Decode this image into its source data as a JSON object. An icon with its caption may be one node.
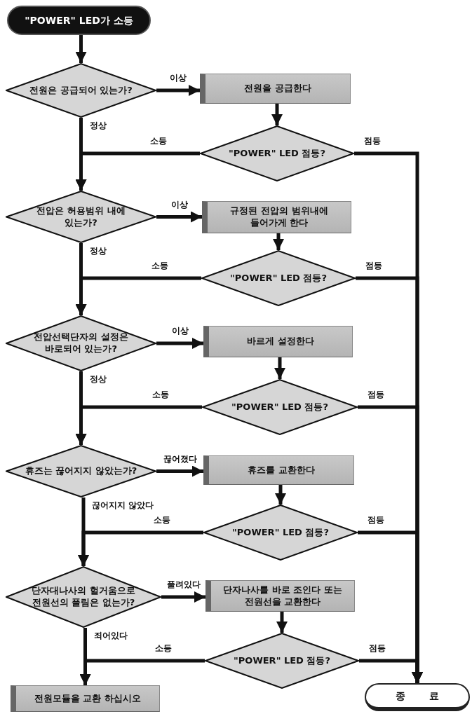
{
  "diagram": {
    "nodes": [
      {
        "text": [
          "\"POWER\" LED가 소등"
        ]
      },
      {
        "text": [
          "전원은 공급되어 있는가?"
        ]
      },
      {
        "text": [
          "전원을 공급한다"
        ]
      },
      {
        "text": [
          "\"POWER\" LED 점등?"
        ]
      },
      {
        "text": [
          "전압은 허용범위 내에 있는가?"
        ]
      },
      {
        "text": [
          "규정된 전압의 범위내에 들어가게 한다"
        ]
      },
      {
        "text": [
          "\"POWER\" LED 점등?"
        ]
      },
      {
        "text": [
          "전압선택단자의 설정은 바로되어 있는가?"
        ]
      },
      {
        "text": [
          "바르게 설정한다"
        ]
      },
      {
        "text": [
          "\"POWER\" LED 점등?"
        ]
      },
      {
        "text": [
          "휴즈는 끊어지지 않았는가?"
        ]
      },
      {
        "text": [
          "휴즈를 교환한다"
        ]
      },
      {
        "text": [
          "\"POWER\" LED 점등?"
        ]
      },
      {
        "text": [
          "단자대나사의 헐거움으로 전원선의 풀림은 없는가?"
        ]
      },
      {
        "text": [
          "단자나사를 바로 조인다 또는 전원선을 교환한다"
        ]
      },
      {
        "text": [
          "\"POWER\" LED 점등?"
        ]
      },
      {
        "text": [
          "전원모듈을 교환 하십시오"
        ]
      },
      {
        "text": [
          "종 료"
        ]
      }
    ],
    "edges": [
      {
        "from": 0,
        "to": 1,
        "arrow": "to"
      },
      {
        "from": 1,
        "to": 2,
        "arrow": "to",
        "label": "이상"
      },
      {
        "from": 2,
        "to": 3,
        "arrow": "to"
      },
      {
        "from": 3,
        "to": 17,
        "arrow": "to",
        "label": "점등"
      },
      {
        "from": 3,
        "to": 4,
        "arrow": "to",
        "label": "소등"
      },
      {
        "from": 1,
        "to": 4,
        "arrow": "to",
        "label": "정상"
      },
      {
        "from": 4,
        "to": 5,
        "arrow": "to",
        "label": "이상"
      },
      {
        "from": 5,
        "to": 6,
        "arrow": "to"
      },
      {
        "from": 6,
        "to": 17,
        "arrow": "to",
        "label": "점등"
      },
      {
        "from": 6,
        "to": 7,
        "arrow": "to",
        "label": "소등"
      },
      {
        "from": 4,
        "to": 7,
        "arrow": "to",
        "label": "정상"
      },
      {
        "from": 7,
        "to": 8,
        "arrow": "to",
        "label": "이상"
      },
      {
        "from": 8,
        "to": 9,
        "arrow": "to"
      },
      {
        "from": 9,
        "to": 17,
        "arrow": "to",
        "label": "점등"
      },
      {
        "from": 9,
        "to": 10,
        "arrow": "to",
        "label": "소등"
      },
      {
        "from": 7,
        "to": 10,
        "arrow": "to",
        "label": "정상"
      },
      {
        "from": 10,
        "to": 11,
        "arrow": "to",
        "label": "끊어졌다"
      },
      {
        "from": 11,
        "to": 12,
        "arrow": "to"
      },
      {
        "from": 12,
        "to": 17,
        "arrow": "to",
        "label": "점등"
      },
      {
        "from": 12,
        "to": 13,
        "arrow": "to",
        "label": "소등"
      },
      {
        "from": 10,
        "to": 13,
        "arrow": "to",
        "label": "끊어지지 않았다"
      },
      {
        "from": 13,
        "to": 14,
        "arrow": "to",
        "label": "풀려있다"
      },
      {
        "from": 14,
        "to": 15,
        "arrow": "to"
      },
      {
        "from": 15,
        "to": 17,
        "arrow": "to",
        "label": "점등"
      },
      {
        "from": 15,
        "to": 16,
        "arrow": "to",
        "label": "소등"
      },
      {
        "from": 13,
        "to": 16,
        "arrow": "to",
        "label": "죄어있다"
      }
    ]
  }
}
